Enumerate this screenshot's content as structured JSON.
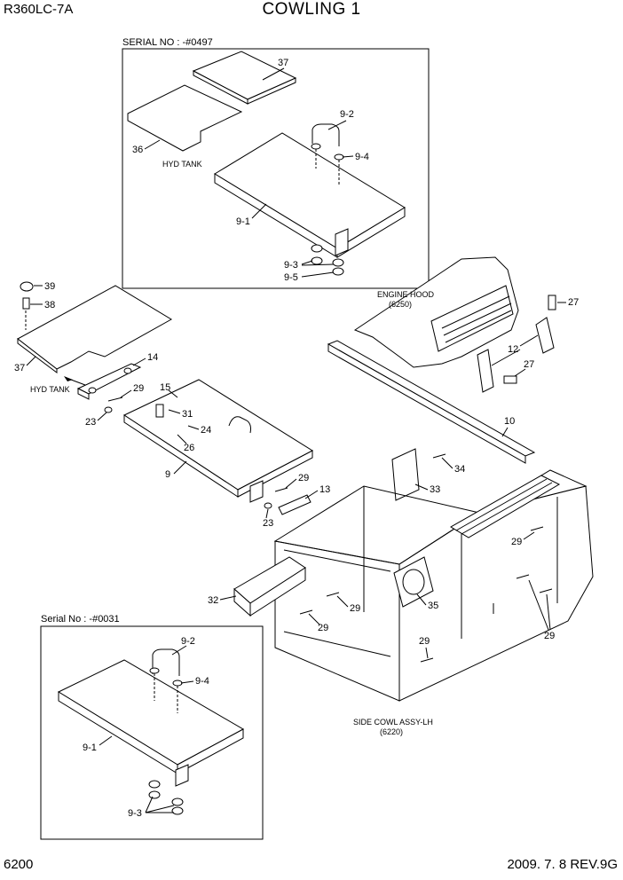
{
  "header": {
    "model": "R360LC-7A",
    "title": "COWLING 1",
    "page_number": "6200",
    "revision": "2009. 7. 8  REV.9G"
  },
  "insets": {
    "top_serial": "SERIAL NO : -#0497",
    "bottom_serial": "Serial No : -#0031"
  },
  "notes": {
    "hyd_tank_top": "HYD TANK",
    "hyd_tank_left": "HYD TANK",
    "engine_hood": "ENGINE HOOD",
    "engine_hood_ref": "(6250)",
    "side_cowl": "SIDE COWL ASSY-LH",
    "side_cowl_ref": "(6220)"
  },
  "callouts": {
    "c37a": "37",
    "c92a": "9-2",
    "c36": "36",
    "c94a": "9-4",
    "c91a": "9-1",
    "c93a": "9-3",
    "c95": "9-5",
    "c39": "39",
    "c38": "38",
    "c37b": "37",
    "c14": "14",
    "c29a": "29",
    "c23a": "23",
    "c15": "15",
    "c31": "31",
    "c24": "24",
    "c26": "26",
    "c9": "9",
    "c29b": "29",
    "c13": "13",
    "c23b": "23",
    "c27a": "27",
    "c12": "12",
    "c27b": "27",
    "c10": "10",
    "c34": "34",
    "c33": "33",
    "c29c": "29",
    "c32": "32",
    "c29d": "29",
    "c29e": "29",
    "c35": "35",
    "c29f": "29",
    "c29g": "29",
    "c92b": "9-2",
    "c94b": "9-4",
    "c91b": "9-1",
    "c93b": "9-3"
  }
}
